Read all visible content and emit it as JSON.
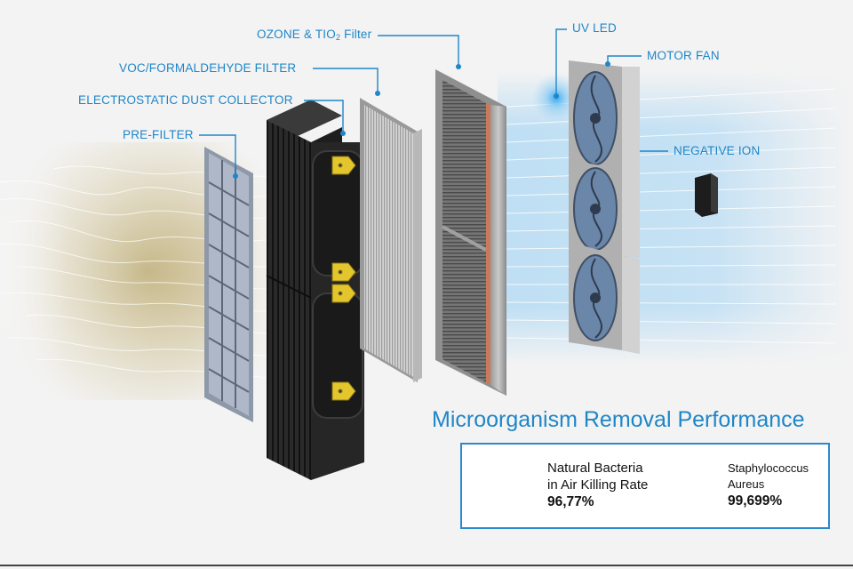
{
  "labels": {
    "ozone": "OZONE & TIO",
    "ozone_sub": "2",
    "ozone_tail": " Filter",
    "uv_led": "UV LED",
    "motor_fan": "MOTOR FAN",
    "voc": "VOC/FORMALDEHYDE FILTER",
    "electrostatic": "ELECTROSTATIC DUST COLLECTOR",
    "pre_filter": "PRE-FILTER",
    "negative_ion": "NEGATIVE ION"
  },
  "performance": {
    "title": "Microorganism Removal Performance",
    "items": [
      {
        "line1": "Natural Bacteria",
        "line2": "in Air Killing Rate",
        "value": "96,77%",
        "icon": "bacteria-crossed-icon"
      },
      {
        "line1": "Staphylococcus",
        "line2": "Aureus",
        "value": "99,699%",
        "icon": "bug-crossed-icon"
      }
    ]
  },
  "colors": {
    "label_blue": "#1f86c8",
    "dirty_air": "#b5a160",
    "clean_air": "#a8d6f4",
    "cross_red": "#e8514a"
  }
}
